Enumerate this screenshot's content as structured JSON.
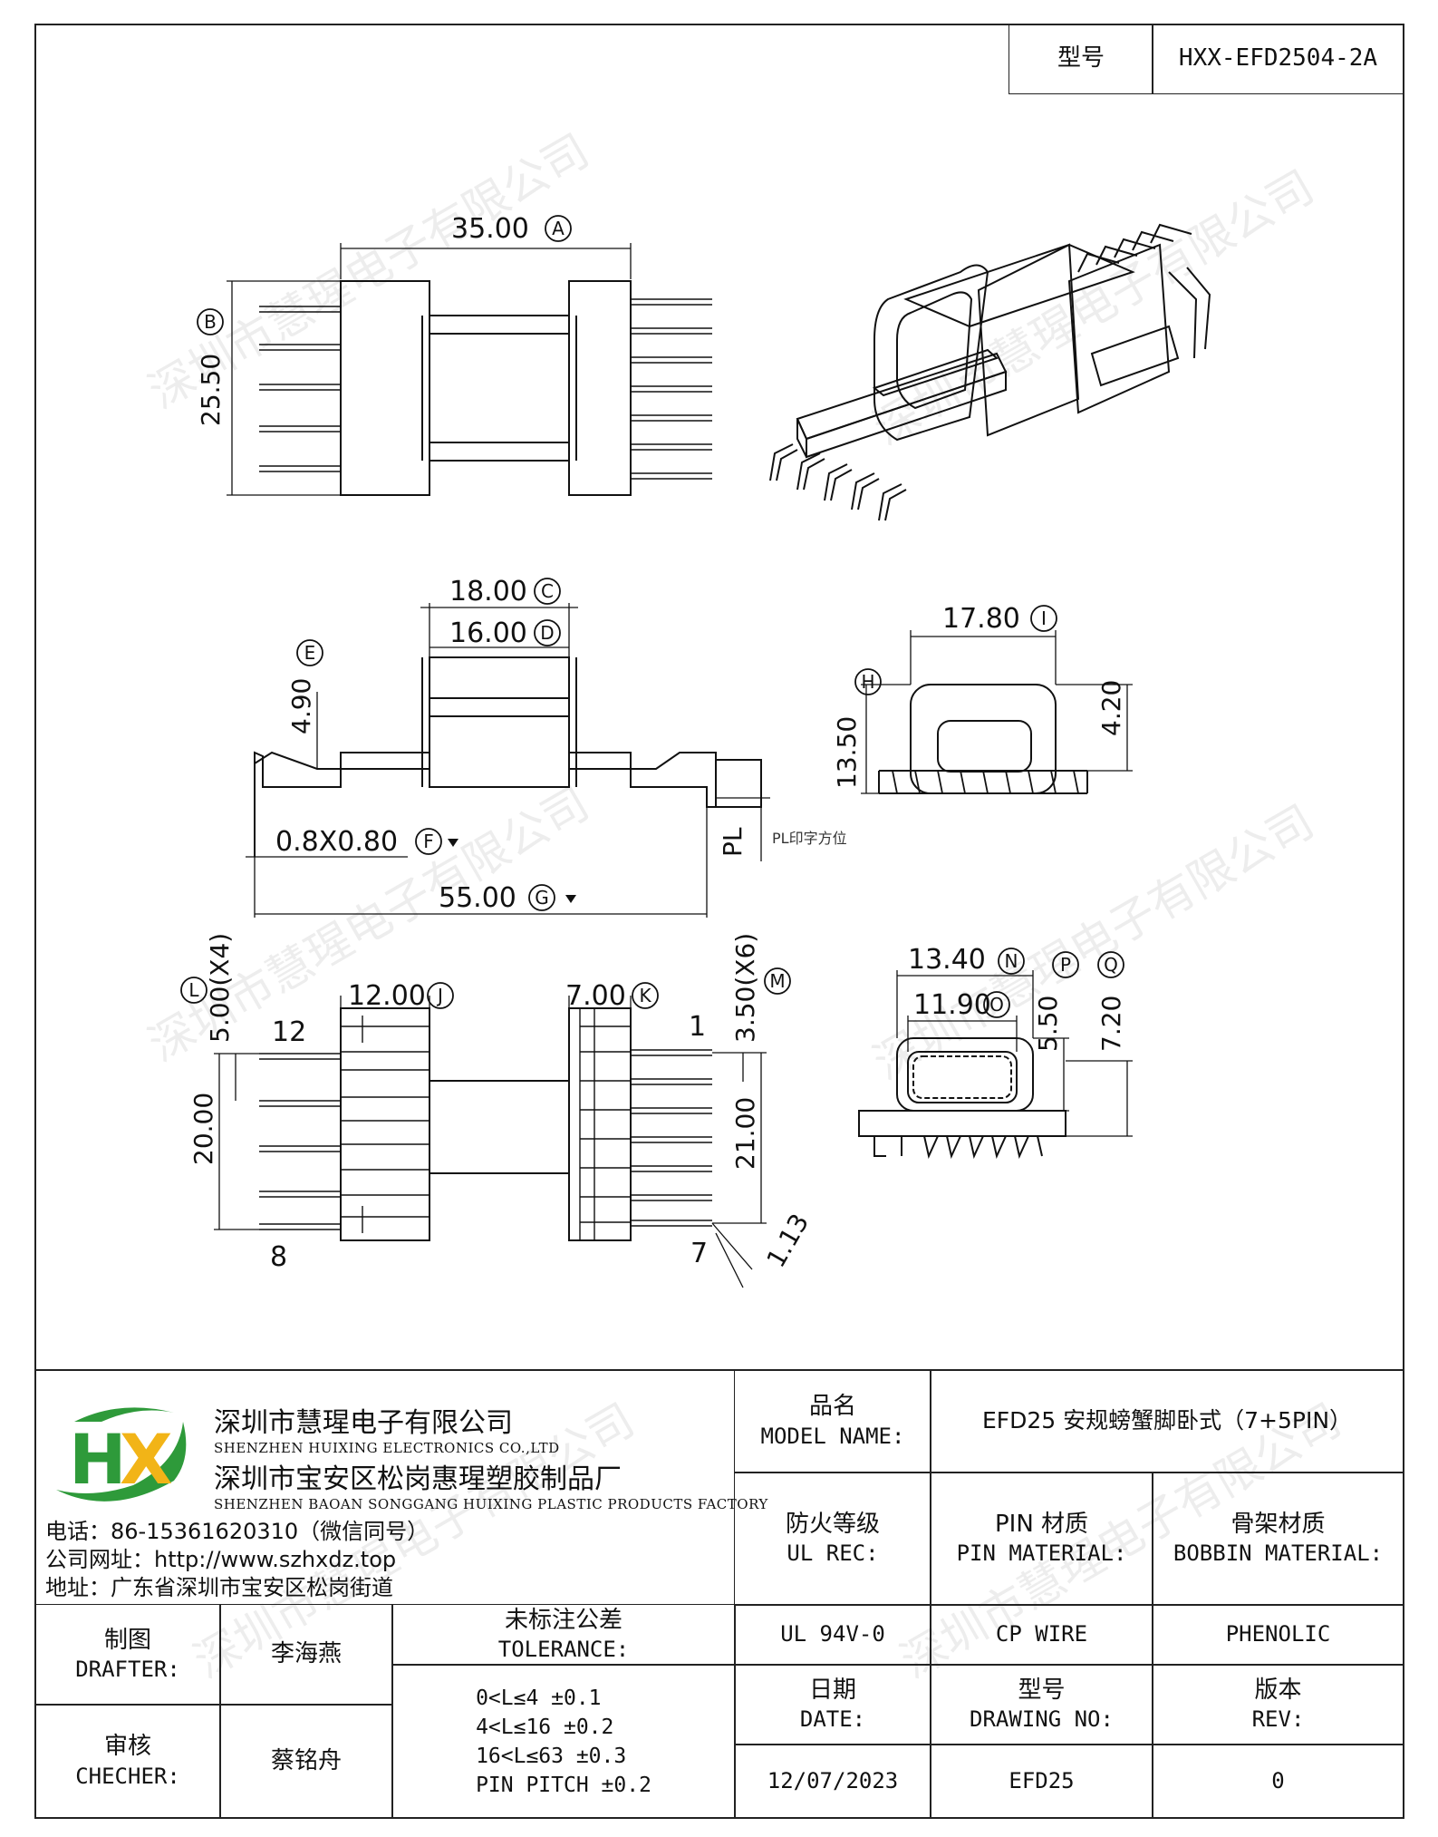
{
  "header": {
    "label": "型号",
    "part_number": "HXX-EFD2504-2A"
  },
  "watermark": "深圳市慧瑆电子有限公司",
  "dimensions": {
    "A": "35.00",
    "B": "25.50",
    "C": "18.00",
    "D": "16.00",
    "E": "4.90",
    "F": "0.8X0.80",
    "G": "55.00",
    "H": "13.50",
    "I_top": "17.80",
    "right_height": "4.20",
    "J": "12.00",
    "K": "7.00",
    "L": "5.00(X4)",
    "M": "3.50(X6)",
    "N": "13.40",
    "O": "11.90",
    "P": "5.50",
    "Q": "7.20",
    "left_span": "20.00",
    "right_span": "21.00",
    "offset": "1.13",
    "pl": "PL",
    "pl_note": "PL印字方位"
  },
  "callouts": [
    "A",
    "B",
    "C",
    "D",
    "E",
    "F",
    "G",
    "H",
    "I",
    "I",
    "J",
    "K",
    "L",
    "M",
    "N",
    "O",
    "P",
    "Q"
  ],
  "pin_numbers": {
    "p12": "12",
    "p1": "1",
    "p8": "8",
    "p7": "7"
  },
  "company": {
    "name_cn": "深圳市慧瑆电子有限公司",
    "name_en": "SHENZHEN HUIXING ELECTRONICS CO.,LTD",
    "factory_cn": "深圳市宝安区松岗惠瑆塑胶制品厂",
    "factory_en": "SHENZHEN BAOAN SONGGANG HUIXING PLASTIC PRODUCTS FACTORY",
    "phone": "电话：86-15361620310（微信同号）",
    "website": "公司网址：http://www.szhxdz.top",
    "address": "地址：广东省深圳市宝安区松岗街道",
    "logo_text": "HX",
    "logo_colors": {
      "h": "#2e9a3a",
      "x": "#f2b417",
      "swoosh": "#2e9a3a"
    }
  },
  "title_block": {
    "model_name_cn": "品名",
    "model_name_en": "MODEL NAME:",
    "model_name_value": "EFD25 安规螃蟹脚卧式（7+5PIN）",
    "ul_cn": "防火等级",
    "ul_en": "UL REC:",
    "pin_mat_cn": "PIN 材质",
    "pin_mat_en": "PIN MATERIAL:",
    "bobbin_cn": "骨架材质",
    "bobbin_en": "BOBBIN MATERIAL:",
    "ul_value": "UL 94V-0",
    "pin_value": "CP WIRE",
    "bobbin_value": "PHENOLIC",
    "drafter_cn": "制图",
    "drafter_en": "DRAFTER:",
    "drafter_name": "李海燕",
    "checker_cn": "审核",
    "checker_en": "CHECHER:",
    "checker_name": "蔡铭舟",
    "tolerance_cn": "未标注公差",
    "tolerance_en": "TOLERANCE:",
    "tolerance_lines": [
      "0<L≤4   ±0.1",
      "4<L≤16  ±0.2",
      "16<L≤63  ±0.3",
      "PIN PITCH  ±0.2"
    ],
    "date_cn": "日期",
    "date_en": "DATE:",
    "drawing_no_cn": "型号",
    "drawing_no_en": "DRAWING NO:",
    "rev_cn": "版本",
    "rev_en": "REV:",
    "date_value": "12/07/2023",
    "drawing_no_value": "EFD25",
    "rev_value": "0"
  }
}
